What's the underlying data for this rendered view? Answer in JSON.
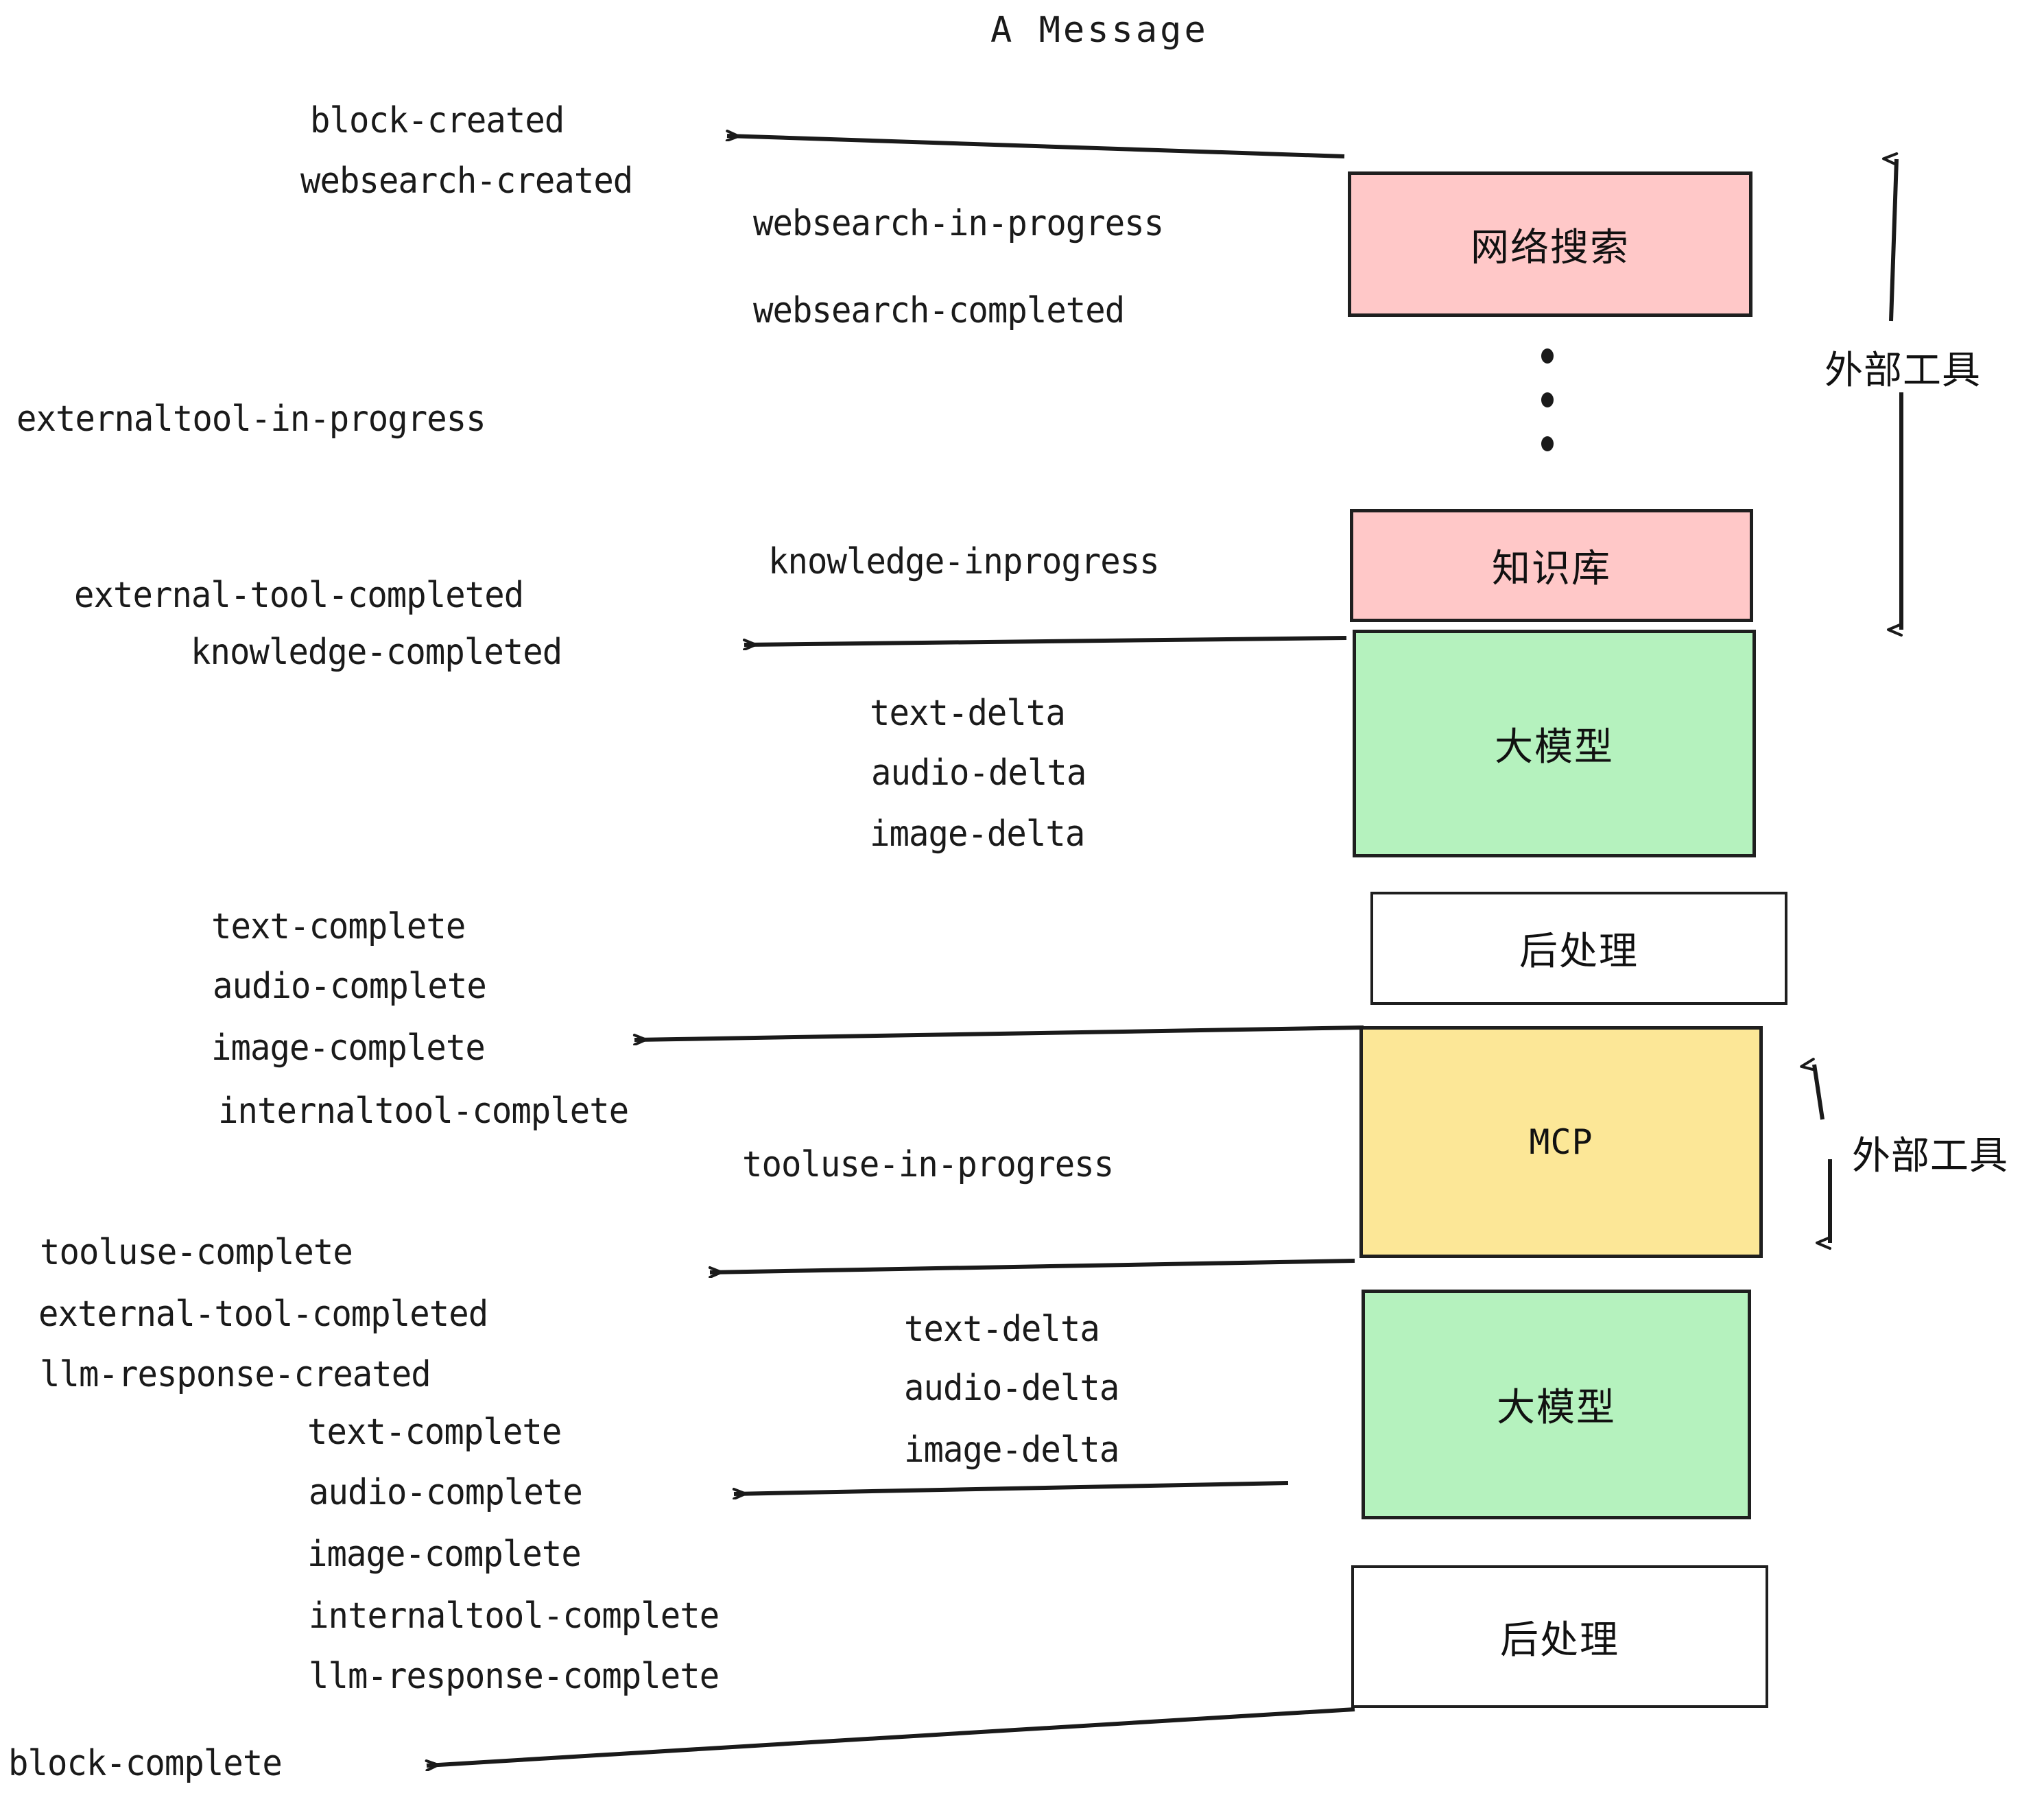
{
  "diagram": {
    "title": "A Message",
    "colors": {
      "pink": "#ffc8c8",
      "green": "#b5f2be",
      "yellow": "#fce797",
      "white": "#ffffff",
      "stroke": "#1f1f1f",
      "text": "#1a1a1a"
    },
    "nodes": [
      {
        "id": "websearch",
        "label": "网络搜索",
        "fill": "#ffc8c8"
      },
      {
        "id": "knowledge",
        "label": "知识库",
        "fill": "#ffc8c8"
      },
      {
        "id": "llm-top",
        "label": "大模型",
        "fill": "#b5f2be"
      },
      {
        "id": "post-top",
        "label": "后处理",
        "fill": "#ffffff"
      },
      {
        "id": "mcp",
        "label": "MCP",
        "fill": "#fce797"
      },
      {
        "id": "llm-bottom",
        "label": "大模型",
        "fill": "#b5f2be"
      },
      {
        "id": "post-bottom",
        "label": "后处理",
        "fill": "#ffffff"
      }
    ],
    "side_labels": [
      {
        "id": "external-tools-top",
        "label": "外部工具"
      },
      {
        "id": "external-tools-bottom",
        "label": "外部工具"
      }
    ],
    "events": [
      {
        "id": "block-created",
        "text": "block-created"
      },
      {
        "id": "websearch-created",
        "text": "websearch-created"
      },
      {
        "id": "websearch-in-progress",
        "text": "websearch-in-progress"
      },
      {
        "id": "websearch-completed",
        "text": "websearch-completed"
      },
      {
        "id": "externaltool-in-progress",
        "text": "externaltool-in-progress"
      },
      {
        "id": "knowledge-inprogress",
        "text": "knowledge-inprogress"
      },
      {
        "id": "external-tool-completed-1",
        "text": "external-tool-completed"
      },
      {
        "id": "knowledge-completed",
        "text": "knowledge-completed"
      },
      {
        "id": "text-delta-1",
        "text": "text-delta"
      },
      {
        "id": "audio-delta-1",
        "text": "audio-delta"
      },
      {
        "id": "image-delta-1",
        "text": "image-delta"
      },
      {
        "id": "text-complete-1",
        "text": "text-complete"
      },
      {
        "id": "audio-complete-1",
        "text": "audio-complete"
      },
      {
        "id": "image-complete-1",
        "text": "image-complete"
      },
      {
        "id": "internaltool-complete-1",
        "text": "internaltool-complete"
      },
      {
        "id": "tooluse-in-progress",
        "text": "tooluse-in-progress"
      },
      {
        "id": "tooluse-complete",
        "text": "tooluse-complete"
      },
      {
        "id": "external-tool-completed-2",
        "text": "external-tool-completed"
      },
      {
        "id": "llm-response-created",
        "text": "llm-response-created"
      },
      {
        "id": "text-delta-2",
        "text": "text-delta"
      },
      {
        "id": "audio-delta-2",
        "text": "audio-delta"
      },
      {
        "id": "image-delta-2",
        "text": "image-delta"
      },
      {
        "id": "text-complete-2",
        "text": "text-complete"
      },
      {
        "id": "audio-complete-2",
        "text": "audio-complete"
      },
      {
        "id": "image-complete-2",
        "text": "image-complete"
      },
      {
        "id": "internaltool-complete-2",
        "text": "internaltool-complete"
      },
      {
        "id": "llm-response-complete",
        "text": "llm-response-complete"
      },
      {
        "id": "block-complete",
        "text": "block-complete"
      }
    ]
  }
}
